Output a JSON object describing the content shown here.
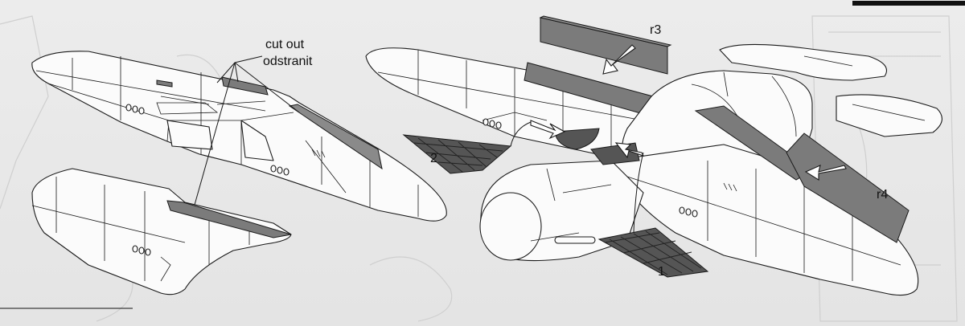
{
  "labels": {
    "cut_en": "cut out",
    "cut_cz": "odstranit",
    "part_r3": "r3",
    "part_r4": "r4",
    "part_1": "1",
    "part_2": "2"
  }
}
